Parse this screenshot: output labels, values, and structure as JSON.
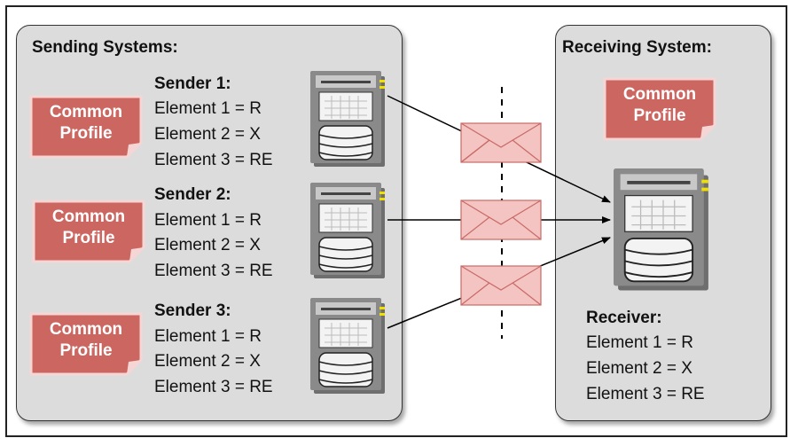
{
  "sending_panel": {
    "title": "Sending Systems:"
  },
  "receiving_panel": {
    "title": "Receiving System:"
  },
  "profile_label": {
    "line1": "Common",
    "line2": "Profile"
  },
  "senders": [
    {
      "title": "Sender 1:",
      "elements": [
        "Element 1 = R",
        "Element 2 = X",
        "Element 3 = RE"
      ]
    },
    {
      "title": "Sender 2:",
      "elements": [
        "Element 1 = R",
        "Element 2 = X",
        "Element 3 = RE"
      ]
    },
    {
      "title": "Sender 3:",
      "elements": [
        "Element 1 = R",
        "Element 2 = X",
        "Element 3 = RE"
      ]
    }
  ],
  "receiver": {
    "title": "Receiver:",
    "elements": [
      "Element 1 = R",
      "Element 2 = X",
      "Element 3 = RE"
    ]
  },
  "colors": {
    "profile_fill": "#cc6661",
    "profile_border": "#f6d6d4",
    "envelope_fill": "#f3c4c2",
    "envelope_stroke": "#c96a66",
    "panel_fill": "#dcdcdc",
    "server_body": "#7a7a7a",
    "server_indicator": "#f0e000"
  }
}
